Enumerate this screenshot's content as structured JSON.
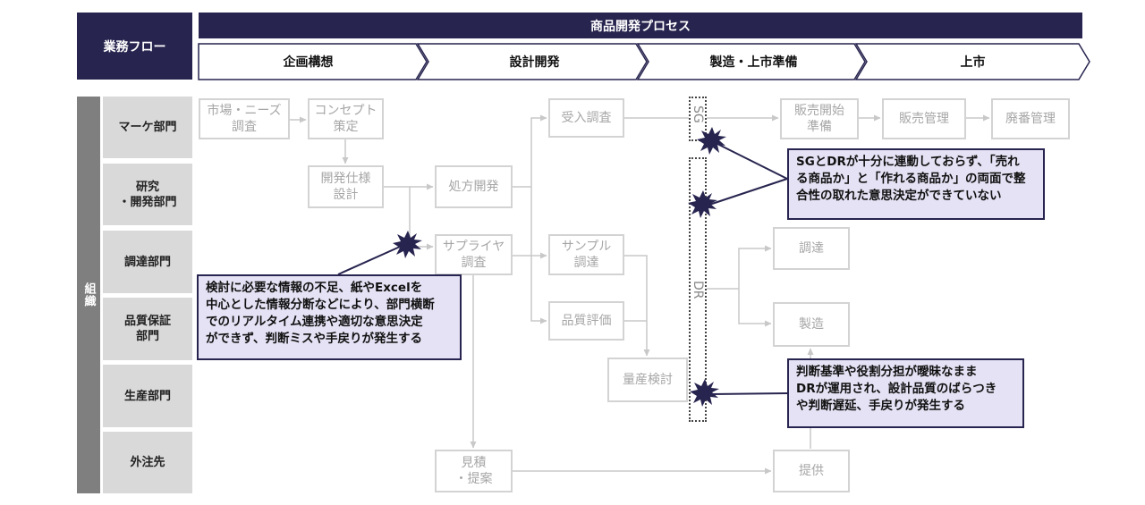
{
  "header": {
    "flow_label": "業務フロー",
    "process_title": "商品開発プロセス",
    "phases": [
      "企画構想",
      "設計開発",
      "製造・上市準備",
      "上市"
    ]
  },
  "org": {
    "label": "組織",
    "rows": [
      "マーケ部門",
      "研究\n・開発部門",
      "調達部門",
      "品質保証\n部門",
      "生産部門",
      "外注先"
    ]
  },
  "boxes": {
    "market_needs": "市場・ニーズ\n調査",
    "concept": "コンセプト\n策定",
    "dev_spec": "開発仕様\n設計",
    "formulation": "処方開発",
    "acceptance": "受入調査",
    "sales_start": "販売開始\n準備",
    "sales_mgmt": "販売管理",
    "discontinue": "廃番管理",
    "supplier": "サプライヤ\n調査",
    "sample": "サンプル\n調達",
    "quality_eval": "品質評価",
    "mass_prod": "量産検討",
    "procure": "調達",
    "manufacture": "製造",
    "quote": "見積\n・提案",
    "provide": "提供"
  },
  "gates": {
    "sg": "SG",
    "dr": "DR"
  },
  "callouts": {
    "sg_dr": "SGとDRが十分に連動しておらず、「売れ\nる商品か」と「作れる商品か」の両面で整\n合性の取れた意思決定ができていない",
    "info": "検討に必要な情報の不足、紙やExcelを\n中心とした情報分断などにより、部門横断\nでのリアルタイム連携や適切な意思決定\nができず、判断ミスや手戻りが発生する",
    "criteria": "判断基準や役割分担が曖昧なまま\nDRが運用され、設計品質のばらつき\nや判断遅延、手戻りが発生する"
  },
  "colors": {
    "navy": "#27244f",
    "callout_bg": "#e4e2f4",
    "row_label": "#d9d9d9",
    "box_border": "#d3d3d3"
  }
}
